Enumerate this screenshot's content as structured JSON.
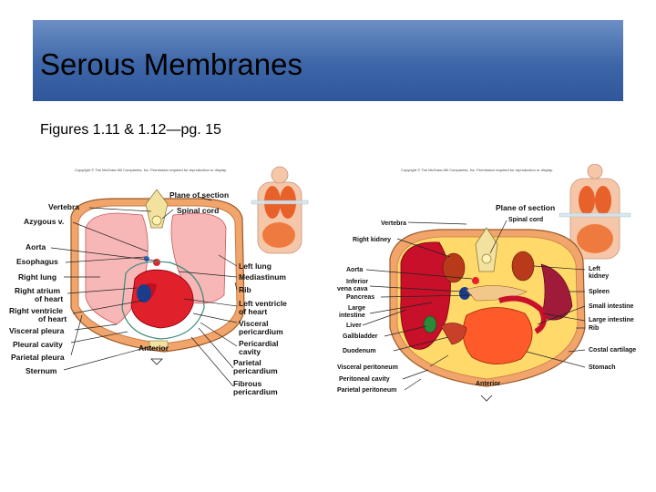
{
  "slide": {
    "title": "Serous Membranes",
    "subtitle": "Figures 1.11 & 1.12—pg. 15"
  },
  "figure_left": {
    "copyright": "Copyright © The McGraw-Hill Companies, Inc. Permission required for reproduction or display.",
    "labels": {
      "plane": "Plane of section",
      "spinal_cord": "Spinal cord",
      "vertebra": "Vertebra",
      "azygous": "Azygous v.",
      "aorta": "Aorta",
      "esophagus": "Esophagus",
      "right_lung": "Right lung",
      "right_atrium_1": "Right atrium",
      "right_atrium_2": "of heart",
      "right_ventricle_1": "Right ventricle",
      "right_ventricle_2": "of heart",
      "visceral_pleura": "Visceral pleura",
      "pleural_cavity": "Pleural cavity",
      "parietal_pleura": "Parietal pleura",
      "sternum": "Sternum",
      "anterior": "Anterior",
      "left_lung": "Left lung",
      "mediastinum": "Mediastinum",
      "rib": "Rib",
      "left_ventricle_1": "Left ventricle",
      "left_ventricle_2": "of heart",
      "visceral_pericardium_1": "Visceral",
      "visceral_pericardium_2": "pericardium",
      "pericardial_cavity_1": "Pericardial",
      "pericardial_cavity_2": "cavity",
      "parietal_pericardium_1": "Parietal",
      "parietal_pericardium_2": "pericardium",
      "fibrous_pericardium_1": "Fibrous",
      "fibrous_pericardium_2": "pericardium"
    }
  },
  "figure_right": {
    "copyright": "Copyright © The McGraw-Hill Companies, Inc. Permission required for reproduction or display.",
    "labels": {
      "plane": "Plane of section",
      "spinal_cord": "Spinal cord",
      "vertebra": "Vertebra",
      "right_kidney": "Right kidney",
      "aorta": "Aorta",
      "ivc_1": "Inferior",
      "ivc_2": "vena cava",
      "pancreas": "Pancreas",
      "large_intestine_l1": "Large",
      "large_intestine_l2": "intestine",
      "liver": "Liver",
      "gallbladder": "Gallbladder",
      "duodenum": "Duodenum",
      "visceral_peritoneum": "Visceral peritoneum",
      "peritoneal_cavity": "Peritoneal cavity",
      "parietal_peritoneum": "Parietal peritoneum",
      "anterior": "Anterior",
      "left_kidney_1": "Left",
      "left_kidney_2": "kidney",
      "spleen": "Spleen",
      "small_intestine": "Small intestine",
      "large_intestine_r": "Large intestine",
      "rib": "Rib",
      "costal_cartilage": "Costal cartilage",
      "stomach": "Stomach"
    }
  }
}
